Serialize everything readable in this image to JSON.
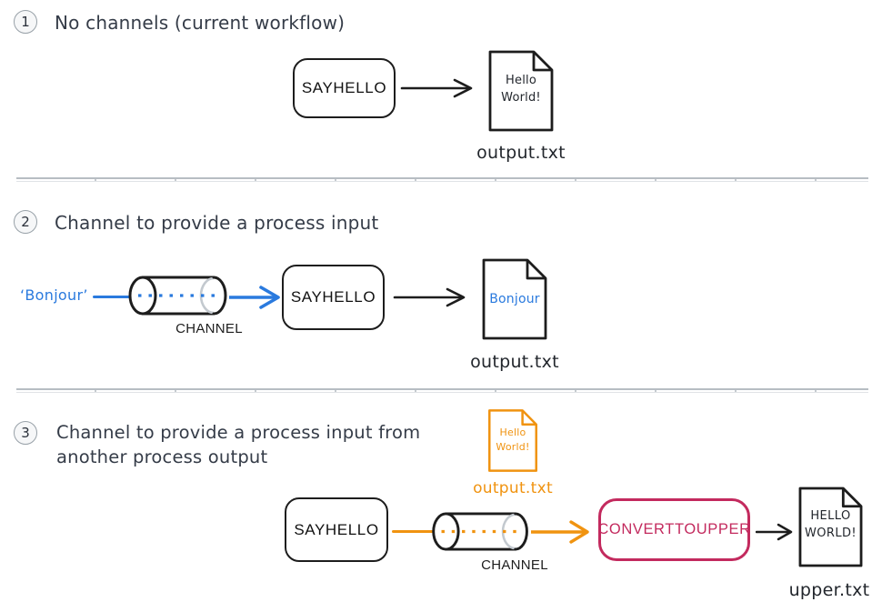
{
  "colors": {
    "ink": "#1d1d1d",
    "text": "#353c48",
    "blue": "#2a7ade",
    "orange": "#f09310",
    "crimson": "#c32a5e",
    "divider_gray": "#b7bdc3",
    "cylinder_back_rim": "#c3c9cf",
    "badge_border": "#98a1a8"
  },
  "sections": [
    {
      "badge": "1",
      "title": "No channels (current workflow)",
      "process": "SAYHELLO",
      "output_doc": {
        "lines": [
          "Hello",
          "World!"
        ],
        "label": "output.txt"
      }
    },
    {
      "badge": "2",
      "title": "Channel to provide a process input",
      "input_value": "‘Bonjour’",
      "channel": "CHANNEL",
      "process": "SAYHELLO",
      "output_doc": {
        "lines": [
          "Bonjour"
        ],
        "label": "output.txt"
      }
    },
    {
      "badge": "3",
      "title": [
        "Channel to provide a process input from",
        "another process output"
      ],
      "process_1": "SAYHELLO",
      "channel": "CHANNEL",
      "process_2": "CONVERTTOUPPER",
      "intermediate_doc": {
        "lines": [
          "Hello",
          "World!"
        ],
        "label": "output.txt"
      },
      "output_doc": {
        "lines": [
          "HELLO",
          "WORLD!"
        ],
        "label": "upper.txt"
      }
    }
  ]
}
